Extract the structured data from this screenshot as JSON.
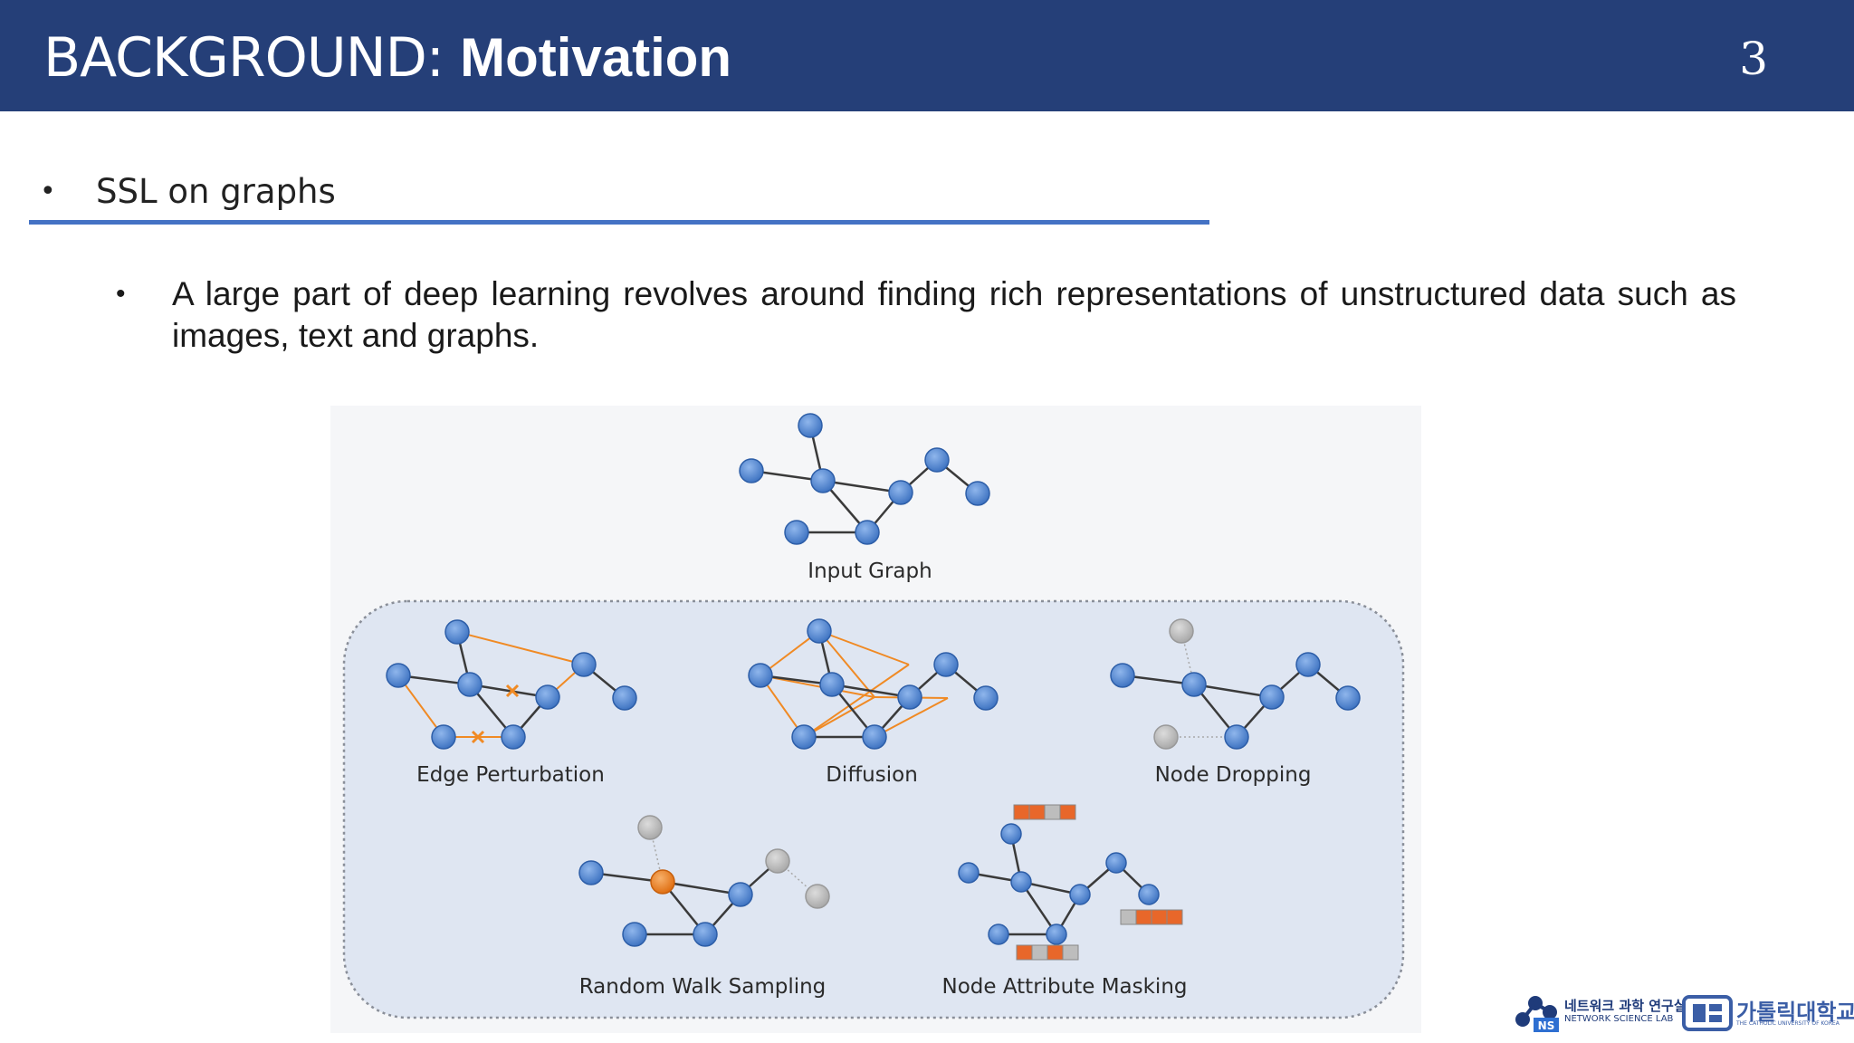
{
  "header": {
    "title_prefix": "BACKGROUND: ",
    "title_bold": "Motivation",
    "page_number": "3",
    "background_color": "#253f78"
  },
  "bullets": {
    "level1": {
      "marker": "•",
      "text": "SSL on graphs",
      "underline_color": "#4472c4"
    },
    "level2": {
      "marker": "•",
      "text": "A large part of deep learning revolves around finding rich representations of unstructured data such as images, text and graphs."
    }
  },
  "figure": {
    "labels": {
      "input_graph": "Input Graph",
      "edge_perturbation": "Edge Perturbation",
      "diffusion": "Diffusion",
      "node_dropping": "Node Dropping",
      "random_walk": "Random Walk Sampling",
      "node_attribute_masking": "Node Attribute Masking"
    },
    "colors": {
      "node": "#5b8fd6",
      "dropped_node": "#bdbdbd",
      "walk_node": "#f08a24",
      "added_edge": "#f08a24",
      "mask": "#e8672a",
      "panel": "#dfe6f2"
    }
  },
  "logos": {
    "network_lab_ko": "네트워크 과학 연구실",
    "network_lab_en": "NETWORK SCIENCE LAB",
    "network_lab_badge": "NS",
    "university_ko": "가톨릭대학교",
    "university_en": "THE CATHOLIC UNIVERSITY OF KOREA"
  }
}
